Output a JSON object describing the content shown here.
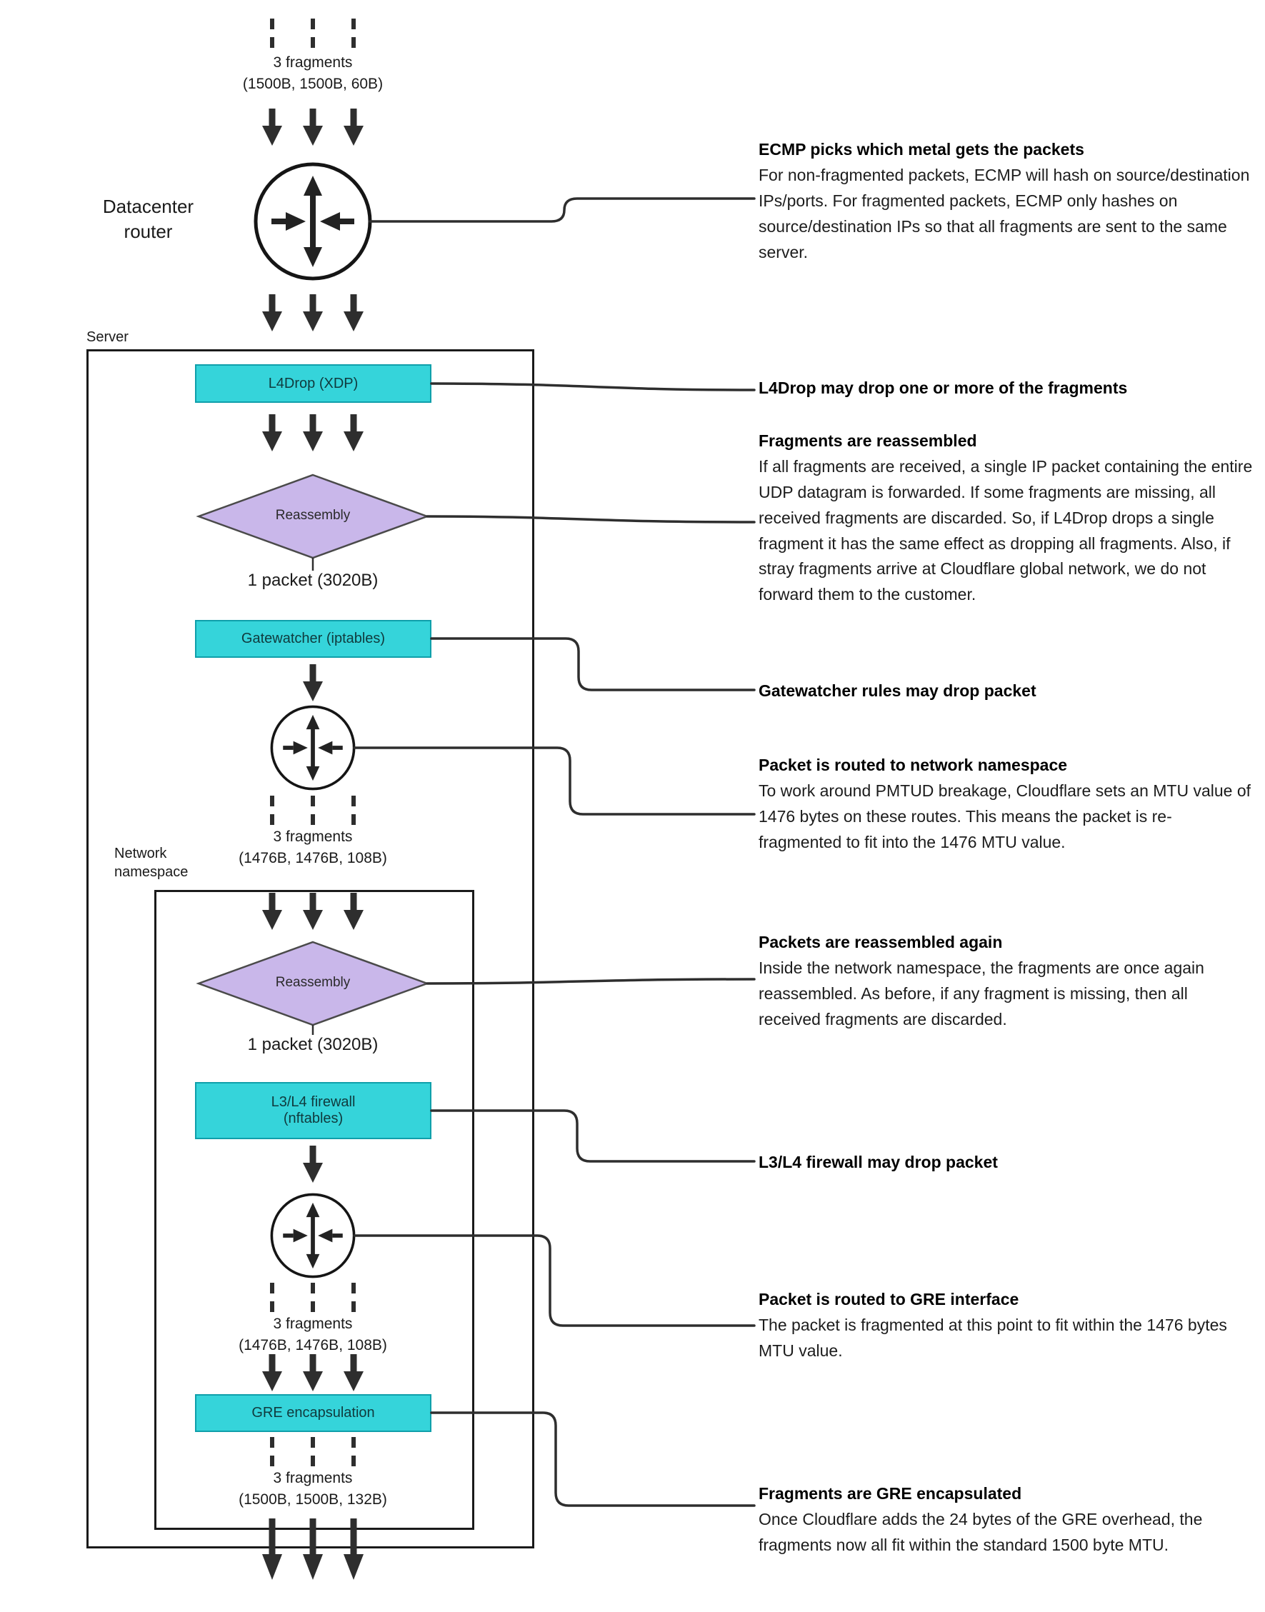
{
  "colors": {
    "node_fill": "#35d4da",
    "node_border": "#0f9faa",
    "diamond_fill": "#c9b7ea",
    "diamond_border": "#4a4a4a",
    "arrow_line": "#2e2e2e",
    "boundary_border": "#1a1a1a"
  },
  "diagram": {
    "server_label": "Server",
    "network_namespace_label": "Network\nnamespace",
    "datacenter_router_label": "Datacenter\nrouter",
    "nodes": {
      "l4drop": "L4Drop (XDP)",
      "reassembly_1": "Reassembly",
      "gatewatcher": "Gatewatcher (iptables)",
      "reassembly_2": "Reassembly",
      "l3l4_firewall": "L3/L4 firewall\n(nftables)",
      "gre_encapsulation": "GRE encapsulation"
    },
    "flows": {
      "fragments_top": {
        "label": "3 fragments",
        "sizes": "(1500B, 1500B, 60B)"
      },
      "packet_1": "1 packet (3020B)",
      "fragments_mid_1": {
        "label": "3 fragments",
        "sizes": "(1476B, 1476B, 108B)"
      },
      "packet_2": "1 packet (3020B)",
      "fragments_mid_2": {
        "label": "3 fragments",
        "sizes": "(1476B, 1476B, 108B)"
      },
      "fragments_bottom": {
        "label": "3 fragments",
        "sizes": "(1500B, 1500B, 132B)"
      }
    }
  },
  "annotations": [
    {
      "title": "ECMP picks which metal gets the packets",
      "body": "For non-fragmented packets, ECMP will hash on source/destination IPs/ports. For fragmented packets, ECMP only hashes on source/destination IPs so that all fragments are sent to the same server."
    },
    {
      "title": "L4Drop may drop one or more of the fragments",
      "body": ""
    },
    {
      "title": "Fragments are reassembled",
      "body": "If all fragments are received, a single IP packet containing the entire UDP datagram is forwarded. If some fragments are missing, all received fragments are discarded. So, if L4Drop drops a single fragment it has the same effect as dropping all fragments. Also, if stray fragments arrive at Cloudflare global network, we do not forward them to the customer."
    },
    {
      "title": "Gatewatcher rules may drop packet",
      "body": ""
    },
    {
      "title": "Packet is routed to network namespace",
      "body": "To work around PMTUD breakage, Cloudflare sets an MTU value of 1476 bytes on these routes. This means the packet is re-fragmented to fit into the 1476 MTU value."
    },
    {
      "title": "Packets are reassembled again",
      "body": "Inside the network namespace, the fragments are once again reassembled. As before, if any fragment is missing, then all received fragments are discarded."
    },
    {
      "title": "L3/L4 firewall may drop packet",
      "body": ""
    },
    {
      "title": "Packet is routed to GRE interface",
      "body": "The packet is fragmented at this point to fit within the 1476 bytes MTU value."
    },
    {
      "title": "Fragments are GRE encapsulated",
      "body": "Once Cloudflare adds the 24 bytes of the GRE overhead, the fragments now all fit within the standard 1500 byte MTU."
    }
  ]
}
